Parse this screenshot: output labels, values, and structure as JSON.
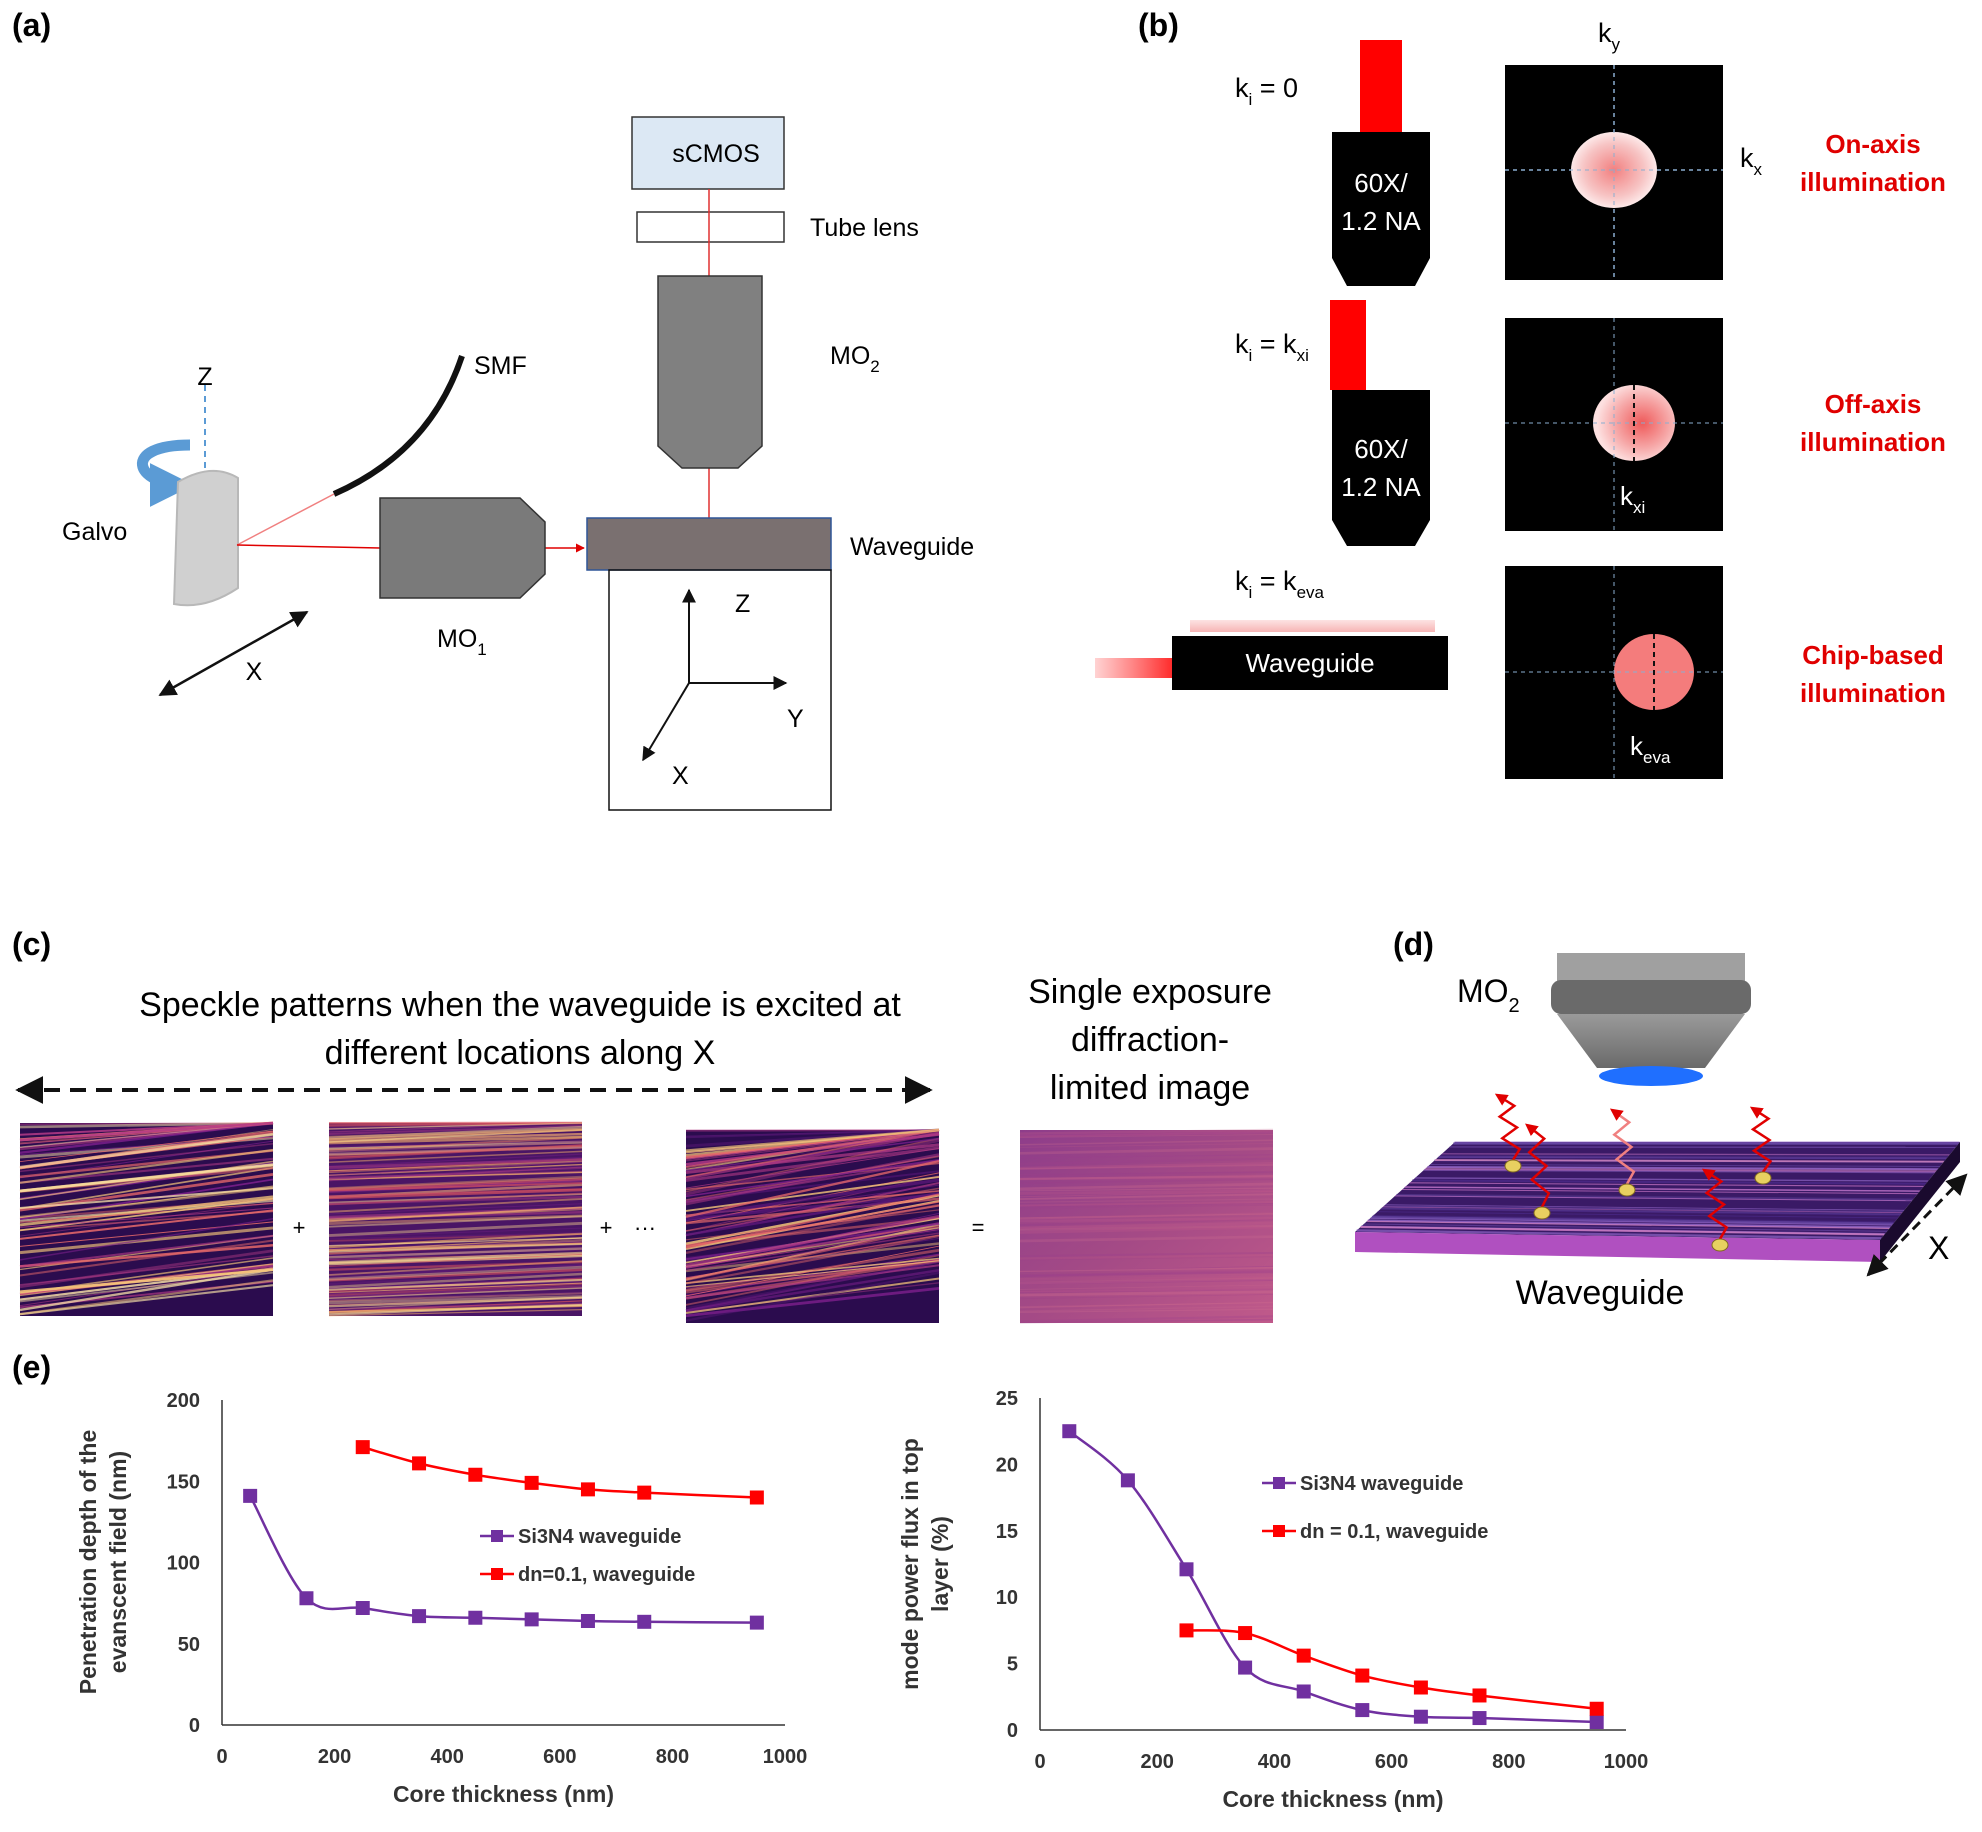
{
  "panel_a": {
    "label": "(a)",
    "scmos": "sCMOS",
    "tube_lens": "Tube lens",
    "mo2": "MO",
    "mo2_sub": "2",
    "smf": "SMF",
    "z_galvo": "Z",
    "galvo": "Galvo",
    "x_galvo": "X",
    "mo1": "MO",
    "mo1_sub": "1",
    "waveguide": "Waveguide",
    "axis_z": "Z",
    "axis_y": "Y",
    "axis_x": "X",
    "colors": {
      "beam": "#e00000",
      "scmos": "#dce8f4",
      "objective": "#808080",
      "waveguide": "#7a7070",
      "arrow": "#5b9bd5"
    }
  },
  "panel_b": {
    "label": "(b)",
    "ky": "k",
    "ky_sub": "y",
    "kx": "k",
    "kx_sub": "x",
    "rows": [
      {
        "k_pre": "k",
        "k_sub": "i",
        "k_eq": " = 0",
        "k_rhs_sub": "",
        "objective": [
          "60X/",
          "1.2 NA"
        ],
        "mode": [
          "On-axis",
          "illumination"
        ],
        "spot_label": "",
        "spot_sub": ""
      },
      {
        "k_pre": "k",
        "k_sub": "i",
        "k_eq": " = k",
        "k_rhs_sub": "xi",
        "objective": [
          "60X/",
          "1.2 NA"
        ],
        "mode": [
          "Off-axis",
          "illumination"
        ],
        "spot_label": "k",
        "spot_sub": "xi"
      },
      {
        "k_pre": "k",
        "k_sub": "i",
        "k_eq": " = k",
        "k_rhs_sub": "eva",
        "objective": [
          "Waveguide"
        ],
        "mode": [
          "Chip-based",
          "illumination"
        ],
        "spot_label": "k",
        "spot_sub": "eva"
      }
    ],
    "colors": {
      "mode_text": "#e00000",
      "beam": "#ff0000"
    }
  },
  "panel_c": {
    "label": "(c)",
    "title_lines": [
      "Speckle patterns when the waveguide is excited at",
      "different locations along X"
    ],
    "result_lines": [
      "Single exposure",
      "diffraction-",
      "limited image"
    ],
    "plus1": "+",
    "plus2": "+",
    "dots": "···",
    "equals": "="
  },
  "panel_d": {
    "label": "(d)",
    "mo2": "MO",
    "mo2_sub": "2",
    "waveguide": "Waveguide",
    "x": "X"
  },
  "panel_e": {
    "label": "(e)"
  },
  "chart_data": [
    {
      "type": "line",
      "title": "",
      "xlabel": "Core thickness (nm)",
      "ylabel_lines": [
        "Penetration depth of the",
        "evanscent field (nm)"
      ],
      "xlim": [
        0,
        1000
      ],
      "ylim": [
        0,
        200
      ],
      "xticks": [
        0,
        200,
        400,
        600,
        800,
        1000
      ],
      "yticks": [
        0,
        50,
        100,
        150,
        200
      ],
      "grid": false,
      "legend": "center-right",
      "series": [
        {
          "name": "Si3N4 waveguide",
          "color": "#7030a0",
          "marker": "square",
          "x": [
            50,
            150,
            250,
            350,
            450,
            550,
            650,
            750,
            950
          ],
          "y": [
            141,
            78,
            72,
            67,
            66,
            65,
            64,
            63.5,
            63
          ]
        },
        {
          "name": "dn=0.1, waveguide",
          "color": "#ff0000",
          "marker": "square",
          "x": [
            250,
            350,
            450,
            550,
            650,
            750,
            950
          ],
          "y": [
            171,
            161,
            154,
            149,
            145,
            143,
            140
          ]
        }
      ]
    },
    {
      "type": "line",
      "title": "",
      "xlabel": "Core thickness (nm)",
      "ylabel_lines": [
        "mode power flux in top",
        "layer   (%)"
      ],
      "xlim": [
        0,
        1000
      ],
      "ylim": [
        0,
        25
      ],
      "xticks": [
        0,
        200,
        400,
        600,
        800,
        1000
      ],
      "yticks": [
        0,
        5,
        10,
        15,
        20,
        25
      ],
      "grid": false,
      "legend": "top-right",
      "series": [
        {
          "name": "Si3N4 waveguide",
          "color": "#7030a0",
          "marker": "square",
          "x": [
            50,
            150,
            250,
            350,
            450,
            550,
            650,
            750,
            950
          ],
          "y": [
            22.5,
            18.8,
            12.1,
            4.7,
            2.9,
            1.5,
            1.0,
            0.9,
            0.6
          ]
        },
        {
          "name": "dn = 0.1, waveguide",
          "color": "#ff0000",
          "marker": "square",
          "x": [
            250,
            350,
            450,
            550,
            650,
            750,
            950
          ],
          "y": [
            7.5,
            7.3,
            5.6,
            4.1,
            3.2,
            2.6,
            1.6
          ]
        }
      ]
    }
  ]
}
